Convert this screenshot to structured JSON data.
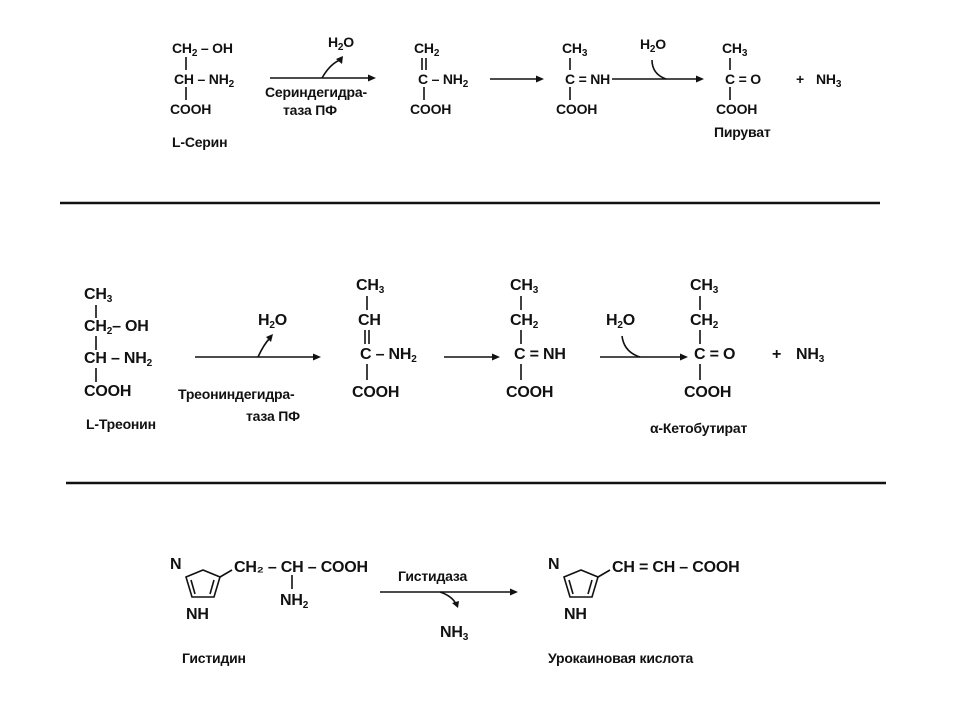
{
  "reaction_1": {
    "serine": {
      "line1_a": "CH",
      "line1_sub": "2",
      "line1_b": " – OH",
      "line2_a": "CH – NH",
      "line2_sub": "2",
      "line3": "COOH",
      "name": "L-Серин"
    },
    "arrow1": {
      "reagent_a": "H",
      "reagent_sub": "2",
      "reagent_b": "O",
      "enzyme_line1": "Сериндегидра-",
      "enzyme_line2": "таза ПФ"
    },
    "intermediate1": {
      "line1_a": "CH",
      "line1_sub": "2",
      "line2_a": "C – NH",
      "line2_sub": "2",
      "line3": "COOH"
    },
    "intermediate2": {
      "line1_a": "CH",
      "line1_sub": "3",
      "line2": "C = NH",
      "line3": "COOH"
    },
    "arrow3": {
      "reagent_a": "H",
      "reagent_sub": "2",
      "reagent_b": "O"
    },
    "pyruvate": {
      "line1_a": "CH",
      "line1_sub": "3",
      "line2": "C = O",
      "line3": "COOH",
      "name": "Пируват"
    },
    "plus": "+",
    "ammonia_a": "NH",
    "ammonia_sub": "3"
  },
  "reaction_2": {
    "threonine": {
      "line1_a": "CH",
      "line1_sub": "3",
      "line2_a": "CH",
      "line2_sub": "2",
      "line2_b": "– OH",
      "line3_a": "CH – NH",
      "line3_sub": "2",
      "line4": "COOH",
      "name": "L-Треонин"
    },
    "arrow1": {
      "reagent_a": "H",
      "reagent_sub": "2",
      "reagent_b": "O",
      "enzyme_line1": "Треониндегидра-",
      "enzyme_line2": "таза ПФ"
    },
    "intermediate1": {
      "line1_a": "CH",
      "line1_sub": "3",
      "line2": "CH",
      "line3_a": "C – NH",
      "line3_sub": "2",
      "line4": "COOH"
    },
    "intermediate2": {
      "line1_a": "CH",
      "line1_sub": "3",
      "line2_a": "CH",
      "line2_sub": "2",
      "line3": "C = NH",
      "line4": "COOH"
    },
    "arrow3": {
      "reagent_a": "H",
      "reagent_sub": "2",
      "reagent_b": "O"
    },
    "ketobutyrate": {
      "line1_a": "CH",
      "line1_sub": "3",
      "line2_a": "CH",
      "line2_sub": "2",
      "line3": "C = O",
      "line4": "COOH",
      "name": "α-Кетобутират"
    },
    "plus": "+",
    "ammonia_a": "NH",
    "ammonia_sub": "3"
  },
  "reaction_3": {
    "histidine": {
      "ring_n": "N",
      "ring_nh": "NH",
      "chain": "CH₂ – CH – COOH",
      "amino_a": "NH",
      "amino_sub": "2",
      "name": "Гистидин"
    },
    "arrow": {
      "enzyme": "Гистидаза",
      "product_a": "NH",
      "product_sub": "3"
    },
    "urocanate": {
      "ring_n": "N",
      "ring_nh": "NH",
      "chain": "CH = CH – COOH",
      "name": "Урокаиновая кислота"
    }
  }
}
